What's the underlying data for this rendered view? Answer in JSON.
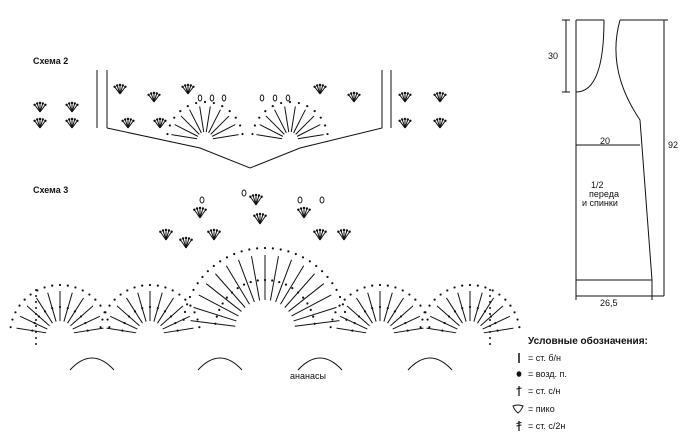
{
  "scheme2_title": "Схема 2",
  "scheme3_title": "Схема 3",
  "pineapples_label": "ананасы",
  "pattern": {
    "dim_30": "30",
    "dim_20": "20",
    "dim_92": "92",
    "dim_26_5": "26,5",
    "piece_label_1": "1/2",
    "piece_label_2": "переда",
    "piece_label_3": "и спинки"
  },
  "legend": {
    "title": "Условные обозначения:",
    "items": [
      {
        "icon": "single-crochet-symbol",
        "text": "= ст. б/н"
      },
      {
        "icon": "chain-stitch-symbol",
        "text": "= возд. п."
      },
      {
        "icon": "double-crochet-symbol",
        "text": "= ст. с/н"
      },
      {
        "icon": "picot-symbol",
        "text": "= пико"
      },
      {
        "icon": "treble-crochet-symbol",
        "text": "= ст. с/2н"
      }
    ]
  }
}
